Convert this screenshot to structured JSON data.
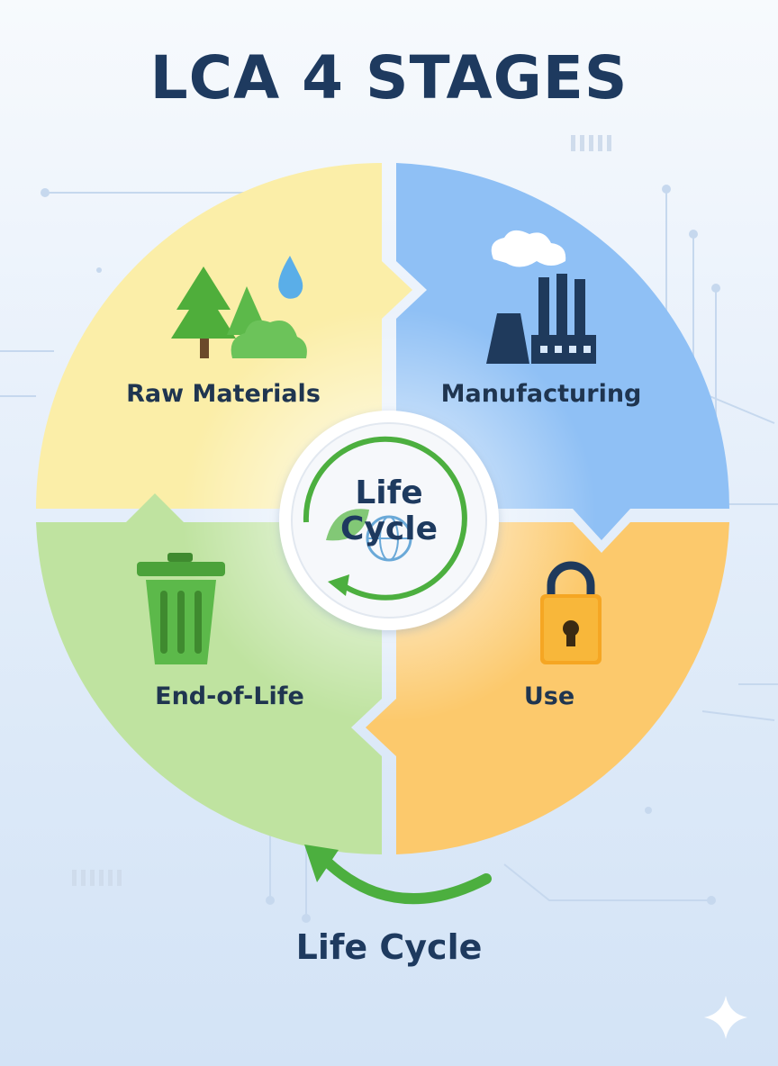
{
  "title": "LCA 4 STAGES",
  "center": {
    "line1": "Life",
    "line2": "Cycle"
  },
  "stages": [
    {
      "label": "Raw Materials",
      "icon": "tree-icon",
      "color": "#fbeea8"
    },
    {
      "label": "Manufacturing",
      "icon": "factory-icon",
      "color": "#8fc0f5"
    },
    {
      "label": "Use",
      "icon": "padlock-icon",
      "color": "#fcc96c"
    },
    {
      "label": "End-of-Life",
      "icon": "trash-can-icon",
      "color": "#bfe3a0"
    }
  ],
  "bottom_label": "Life Cycle",
  "colors": {
    "title": "#1e3a5f",
    "arrow": "#4caf3f"
  }
}
